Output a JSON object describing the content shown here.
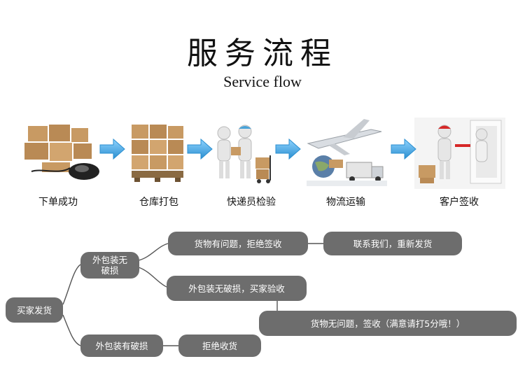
{
  "header": {
    "title": "服务流程",
    "subtitle": "Service flow"
  },
  "steps": [
    {
      "label": "下单成功",
      "icon": "computer-mouse-boxes-icon"
    },
    {
      "label": "仓库打包",
      "icon": "pallet-boxes-icon"
    },
    {
      "label": "快递员检验",
      "icon": "courier-inspection-icon"
    },
    {
      "label": "物流运输",
      "icon": "airplane-truck-icon"
    },
    {
      "label": "客户签收",
      "icon": "delivery-signoff-icon"
    }
  ],
  "flow": {
    "root": "买家发货",
    "branch_intact": "外包装无破损",
    "branch_damaged": "外包装有破损",
    "goods_ok_refuse": "货物有问题，拒绝签收",
    "contact_reship": "联系我们，重新发货",
    "buyer_inspect": "外包装无破损，买家验收",
    "goods_ok_sign": "货物无问题，签收（满意请打5分哦！）",
    "refuse_receive": "拒绝收货"
  },
  "colors": {
    "box": "#6d6d6d",
    "arrow": "#3fa6e0",
    "line": "#555555"
  }
}
